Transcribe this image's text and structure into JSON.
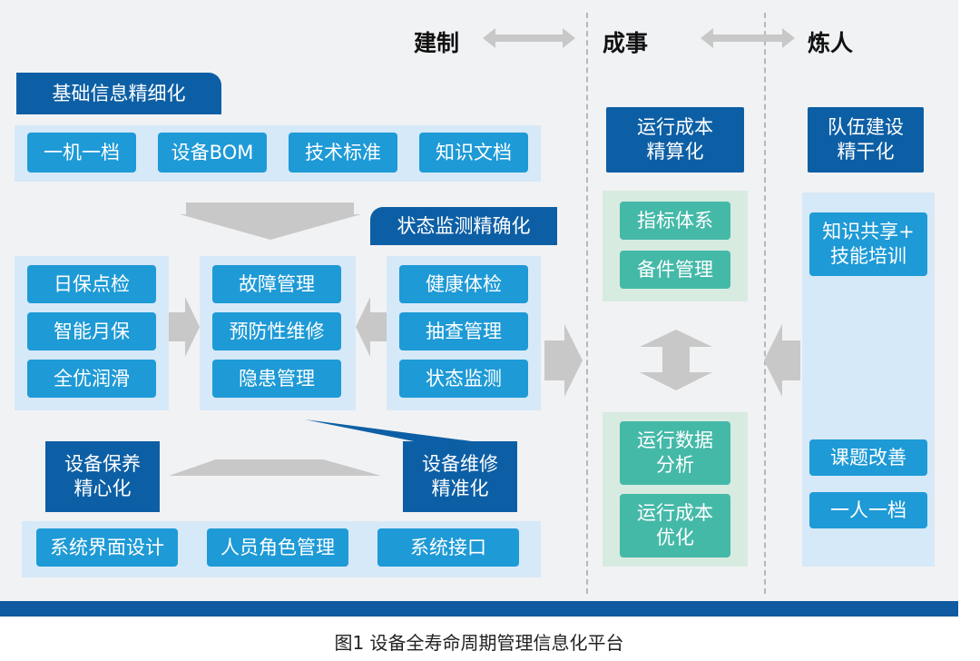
{
  "headers": {
    "jianzhi": "建制",
    "chengshi": "成事",
    "lianren": "炼人"
  },
  "colors": {
    "background": "#f1f2f4",
    "zone_blue": "#d6e9f8",
    "zone_green": "#d7ebe0",
    "box_light": "#1e9ad6",
    "box_dark": "#0d5fa5",
    "box_teal": "#45b9a8",
    "arrow_gray": "#c8c8c8",
    "bottom_bar": "#0f5aa0"
  },
  "left": {
    "basic_info_label": "基础信息精细化",
    "basic_info_items": [
      "一机一档",
      "设备BOM",
      "技术标准",
      "知识文档"
    ],
    "status_monitor_label": "状态监测精确化",
    "maintenance_items": [
      "日保点检",
      "智能月保",
      "全优润滑"
    ],
    "fault_items": [
      "故障管理",
      "预防性维修",
      "隐患管理"
    ],
    "health_items": [
      "健康体检",
      "抽查管理",
      "状态监测"
    ],
    "upkeep_label": [
      "设备保养",
      "精心化"
    ],
    "repair_label": [
      "设备维修",
      "精准化"
    ],
    "system_items": [
      "系统界面设计",
      "人员角色管理",
      "系统接口"
    ]
  },
  "middle": {
    "cost_label": [
      "运行成本",
      "精算化"
    ],
    "top_items": [
      "指标体系",
      "备件管理"
    ],
    "bottom_items": [
      [
        "运行数据",
        "分析"
      ],
      [
        "运行成本",
        "优化"
      ]
    ]
  },
  "right": {
    "team_label": [
      "队伍建设",
      "精干化"
    ],
    "items": [
      [
        "知识共享+",
        "技能培训"
      ],
      [
        "课题改善"
      ],
      [
        "一人一档"
      ]
    ]
  },
  "caption": "图1  设备全寿命周期管理信息化平台"
}
